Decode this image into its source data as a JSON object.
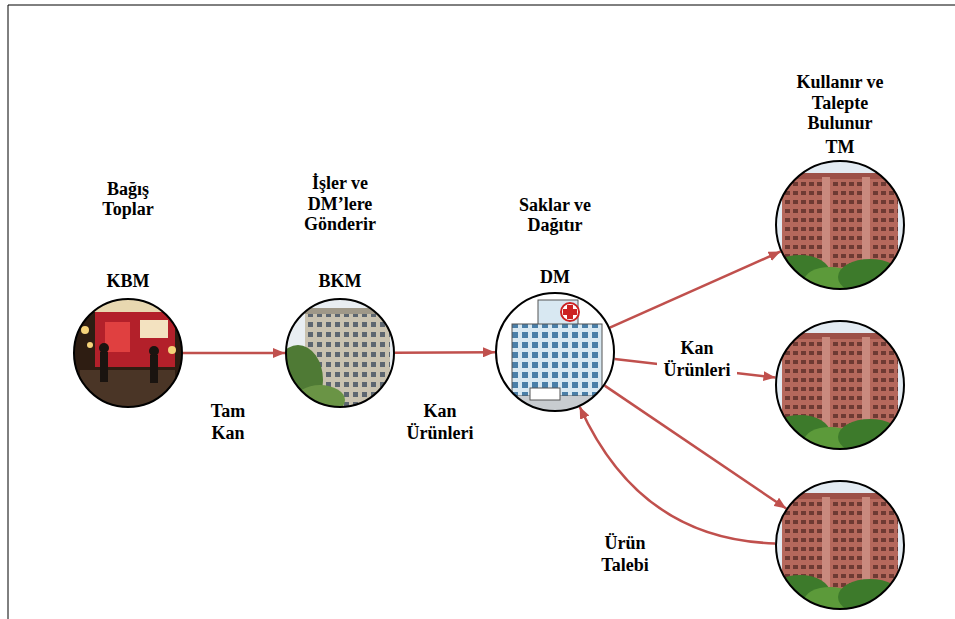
{
  "diagram": {
    "nodes": [
      {
        "text": [
          "Bağış Toplar",
          "KBM"
        ]
      },
      {
        "text": [
          "İşler ve DM’lere Gönderir",
          "BKM"
        ]
      },
      {
        "text": [
          "Saklar ve Dağıtır",
          "DM"
        ]
      },
      {
        "text": [
          "Kullanır ve Talepte Bulunur",
          "TM"
        ]
      },
      {
        "text": []
      },
      {
        "text": []
      }
    ],
    "edges": [
      {
        "from": 0,
        "to": 1,
        "arrow": "to",
        "label": "Tam Kan"
      },
      {
        "from": 1,
        "to": 2,
        "arrow": "to",
        "label": "Kan Ürünleri"
      },
      {
        "from": 2,
        "to": 3,
        "arrow": "to"
      },
      {
        "from": 2,
        "to": 4,
        "arrow": "to",
        "label": "Kan Ürünleri"
      },
      {
        "from": 2,
        "to": 5,
        "arrow": "to"
      },
      {
        "from": 5,
        "to": 2,
        "arrow": "to",
        "label": "Ürün Talebi"
      }
    ]
  }
}
